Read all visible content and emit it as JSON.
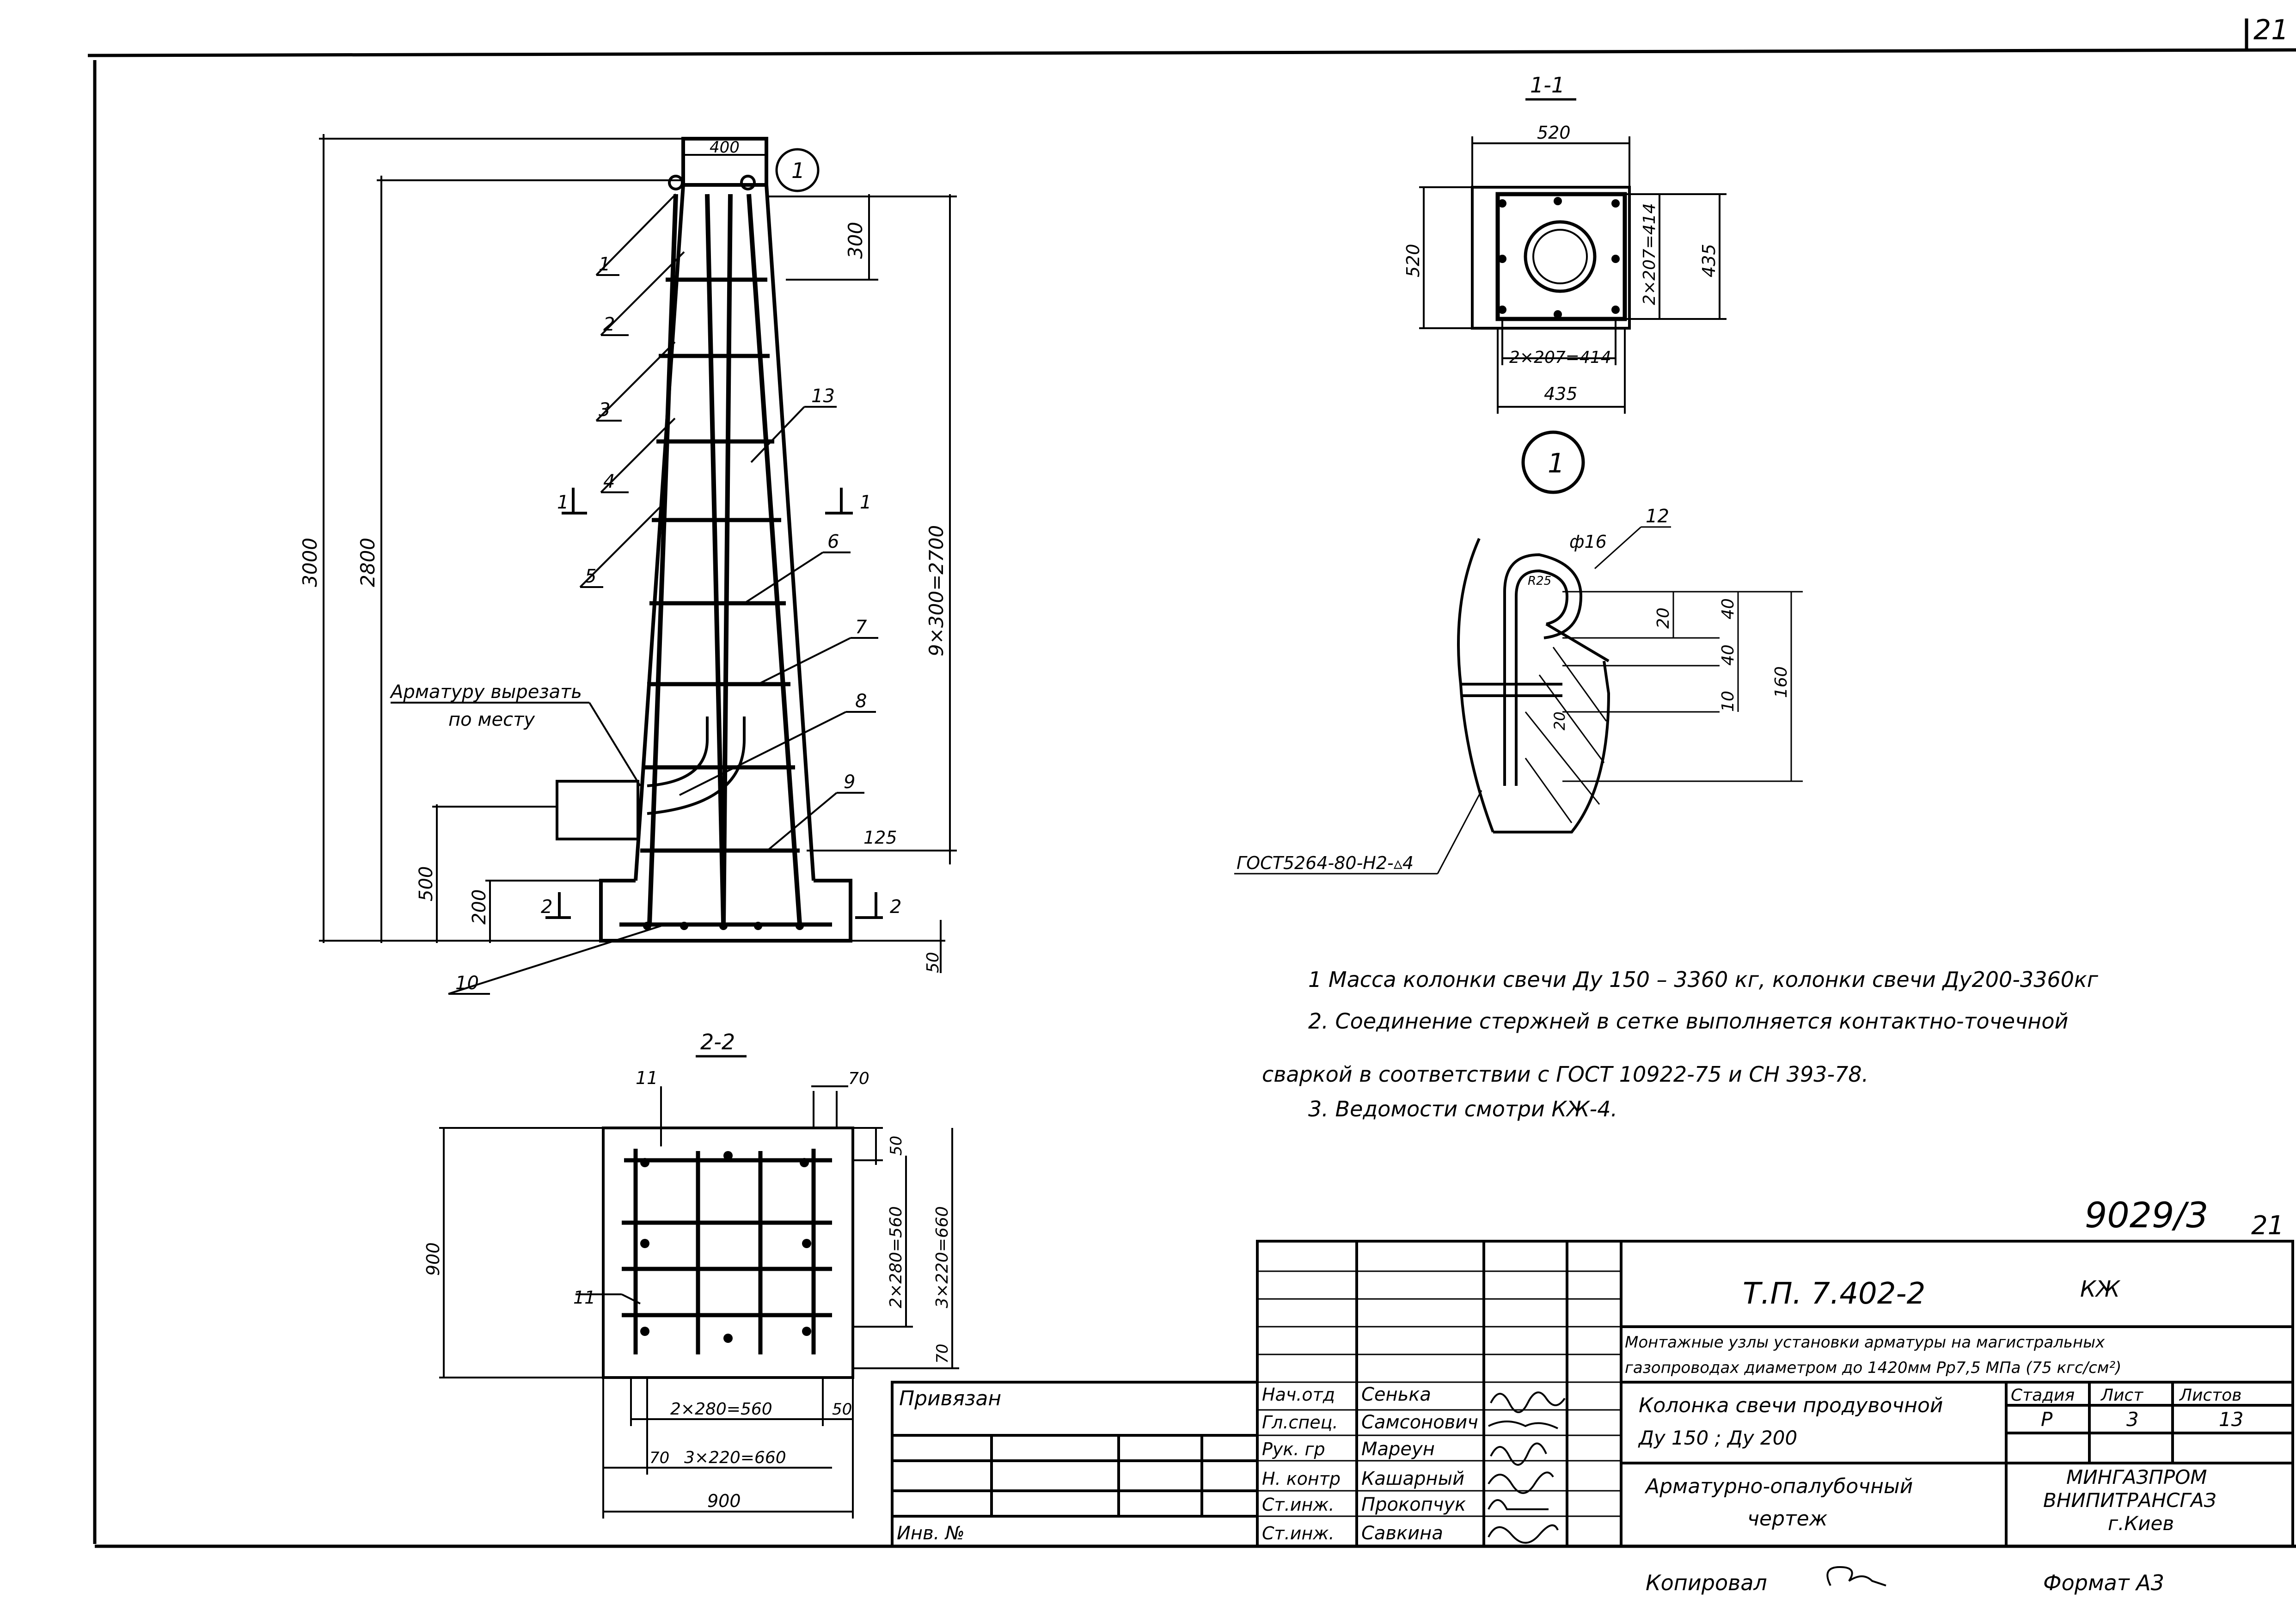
{
  "sheet": {
    "page_number": "21",
    "sheet_code": "9029/3",
    "sheet_code_suffix": "21"
  },
  "elevation": {
    "dim_top_width": "400",
    "callout_node": "1",
    "dim_top_step": "300",
    "dim_total_height": "3000",
    "dim_body_height": "2800",
    "dim_spacing": "9×300=2700",
    "dim_opening_height": "500",
    "dim_footing_height": "200",
    "dim_offset": "125",
    "dim_bottom": "50",
    "cut_section_1": "1",
    "cut_section_2": "2",
    "note_line1": "Арматуру вырезать",
    "note_line2": "по месту",
    "leaders": [
      "1",
      "2",
      "3",
      "4",
      "5",
      "6",
      "7",
      "8",
      "9",
      "10",
      "13"
    ]
  },
  "section_1_1": {
    "title": "1-1",
    "dim_outer_top": "520",
    "dim_outer_left": "520",
    "dim_inner_right": "2×207=414",
    "dim_right": "435",
    "dim_inner_bottom": "2×207=414",
    "dim_bottom": "435"
  },
  "detail_1": {
    "callout": "1",
    "bar_diameter": "ф16",
    "radius": "R25",
    "leader": "12",
    "dim_20": "20",
    "dim_40a": "40",
    "dim_40b": "40",
    "dim_10": "10",
    "dim_160": "160",
    "dim_20b": "20",
    "weld_standard": "ГОСТ5264-80-Н2-▵4"
  },
  "section_2_2": {
    "title": "2-2",
    "leader_11_top": "11",
    "leader_11_left": "11",
    "dim_70_top": "70",
    "dim_50_top": "50",
    "dim_inner_side": "2×280=560",
    "dim_outer_side": "3×220=660",
    "dim_70_side": "70",
    "dim_left": "900",
    "dim_inner_bottom": "2×280=560",
    "dim_50_bottom": "50",
    "dim_70_bottom": "70",
    "dim_outer_bottom": "3×220=660",
    "dim_total_bottom": "900"
  },
  "notes": {
    "n1": "1 Масса колонки свечи Ду 150 – 3360 кг, колонки свечи Ду200-3360кг",
    "n2a": "2. Соединение стержней в сетке выполняется контактно-точечной",
    "n2b": "сваркой в соответствии с ГОСТ 10922-75 и СН 393-78.",
    "n3": "3. Ведомости смотри КЖ-4."
  },
  "title_block": {
    "project_code": "Т.П. 7.402-2",
    "mark": "КЖ",
    "description_line1": "Монтажные узлы установки арматуры на магистральных",
    "description_line2": "газопроводах диаметром до 1420мм Рр7,5 МПа (75 кгс/см²)",
    "drawing_name_line1": "Колонка свечи продувочной",
    "drawing_name_line2": "Ду 150 ;   Ду 200",
    "sheet_title_line1": "Арматурно-опалубочный",
    "sheet_title_line2": "чертеж",
    "col_stage": "Стадия",
    "col_sheet": "Лист",
    "col_sheets": "Листов",
    "stage": "Р",
    "sheet_no": "3",
    "sheets_total": "13",
    "org_line1": "МИНГАЗПРОМ",
    "org_line2": "ВНИПИТРАНСГАЗ",
    "org_line3": "г.Киев",
    "tied": "Привязан",
    "inv_no": "Инв. №",
    "roles": [
      "Нач.отд",
      "Гл.спец.",
      "Рук. гр",
      "Н. контр",
      "Ст.инж.",
      "Ст.инж."
    ],
    "names": [
      "Сенька",
      "Самсонович",
      "Мареун",
      "Кашарный",
      "Прокопчук",
      "Савкина"
    ],
    "copied": "Копировал",
    "format": "Формат А3"
  }
}
